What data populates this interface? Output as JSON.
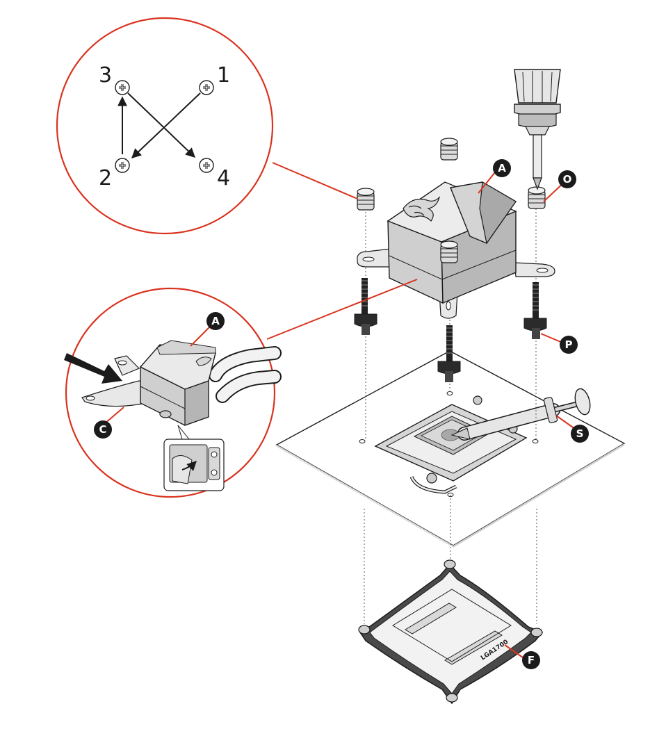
{
  "colors": {
    "callout": "#d9331f",
    "badge": "#1b1b1b",
    "line": "#1b1b1b",
    "metal_light": "#ebebeb",
    "metal_mid": "#cfcfcf",
    "metal_dark": "#9a9a9a"
  },
  "tighten_sequence": {
    "screws": [
      {
        "label": "3"
      },
      {
        "label": "1"
      },
      {
        "label": "2"
      },
      {
        "label": "4"
      }
    ],
    "order": [
      "1",
      "2",
      "3",
      "4"
    ]
  },
  "badges": {
    "A": "A",
    "A_detail": "A",
    "O": "O",
    "P": "P",
    "S": "S",
    "C": "C",
    "F": "F"
  },
  "backplate_text": "LGA1700",
  "icons": {
    "screw": "phillips-screw-icon",
    "screwdriver": "screwdriver-icon",
    "arrow": "push-arrow-icon"
  }
}
